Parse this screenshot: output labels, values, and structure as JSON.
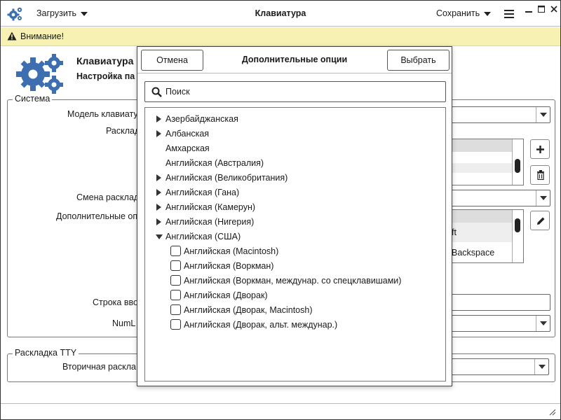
{
  "window": {
    "title": "Клавиатура",
    "load_label": "Загрузить",
    "save_label": "Сохранить"
  },
  "warning": {
    "text": "Внимание!"
  },
  "header": {
    "title": "Клавиатура",
    "subtitle": "Настройка па"
  },
  "system_group": {
    "legend": "Система",
    "labels": {
      "model": "Модель клавиату",
      "layout": "Расклад",
      "switch": "Смена расклад",
      "extra_options": "Дополнительные оп",
      "compose": "Строка вво",
      "numlock": "NumL"
    },
    "extra_list": [
      "ft",
      "Backspace"
    ]
  },
  "tty_group": {
    "legend": "Раскладка TTY",
    "labels": {
      "secondary": "Вторичная раскла"
    }
  },
  "popup": {
    "cancel_label": "Отмена",
    "title": "Дополнительные опции",
    "select_label": "Выбрать",
    "search_placeholder": "Поиск",
    "items": [
      {
        "label": "Азербайджанская",
        "expander": "collapsed"
      },
      {
        "label": "Албанская",
        "expander": "collapsed"
      },
      {
        "label": "Амхарская",
        "expander": "none"
      },
      {
        "label": "Английская (Австралия)",
        "expander": "none"
      },
      {
        "label": "Английская (Великобритания)",
        "expander": "collapsed"
      },
      {
        "label": "Английская (Гана)",
        "expander": "collapsed"
      },
      {
        "label": "Английская (Камерун)",
        "expander": "collapsed"
      },
      {
        "label": "Английская (Нигерия)",
        "expander": "collapsed"
      },
      {
        "label": "Английская (США)",
        "expander": "expanded"
      }
    ],
    "sub_items": [
      {
        "label": "Английская (Macintosh)",
        "checked": false
      },
      {
        "label": "Английская (Воркман)",
        "checked": false
      },
      {
        "label": "Английская (Воркман, междунар. со спецклавишами)",
        "checked": false
      },
      {
        "label": "Английская (Дворак)",
        "checked": false
      },
      {
        "label": "Английская (Дворак, Macintosh)",
        "checked": false
      },
      {
        "label": "Английская (Дворак, альт. междунар.)",
        "checked": false
      }
    ]
  },
  "colors": {
    "warning_bg": "#f7f2b4",
    "icon_blue": "#3d6fb0"
  }
}
